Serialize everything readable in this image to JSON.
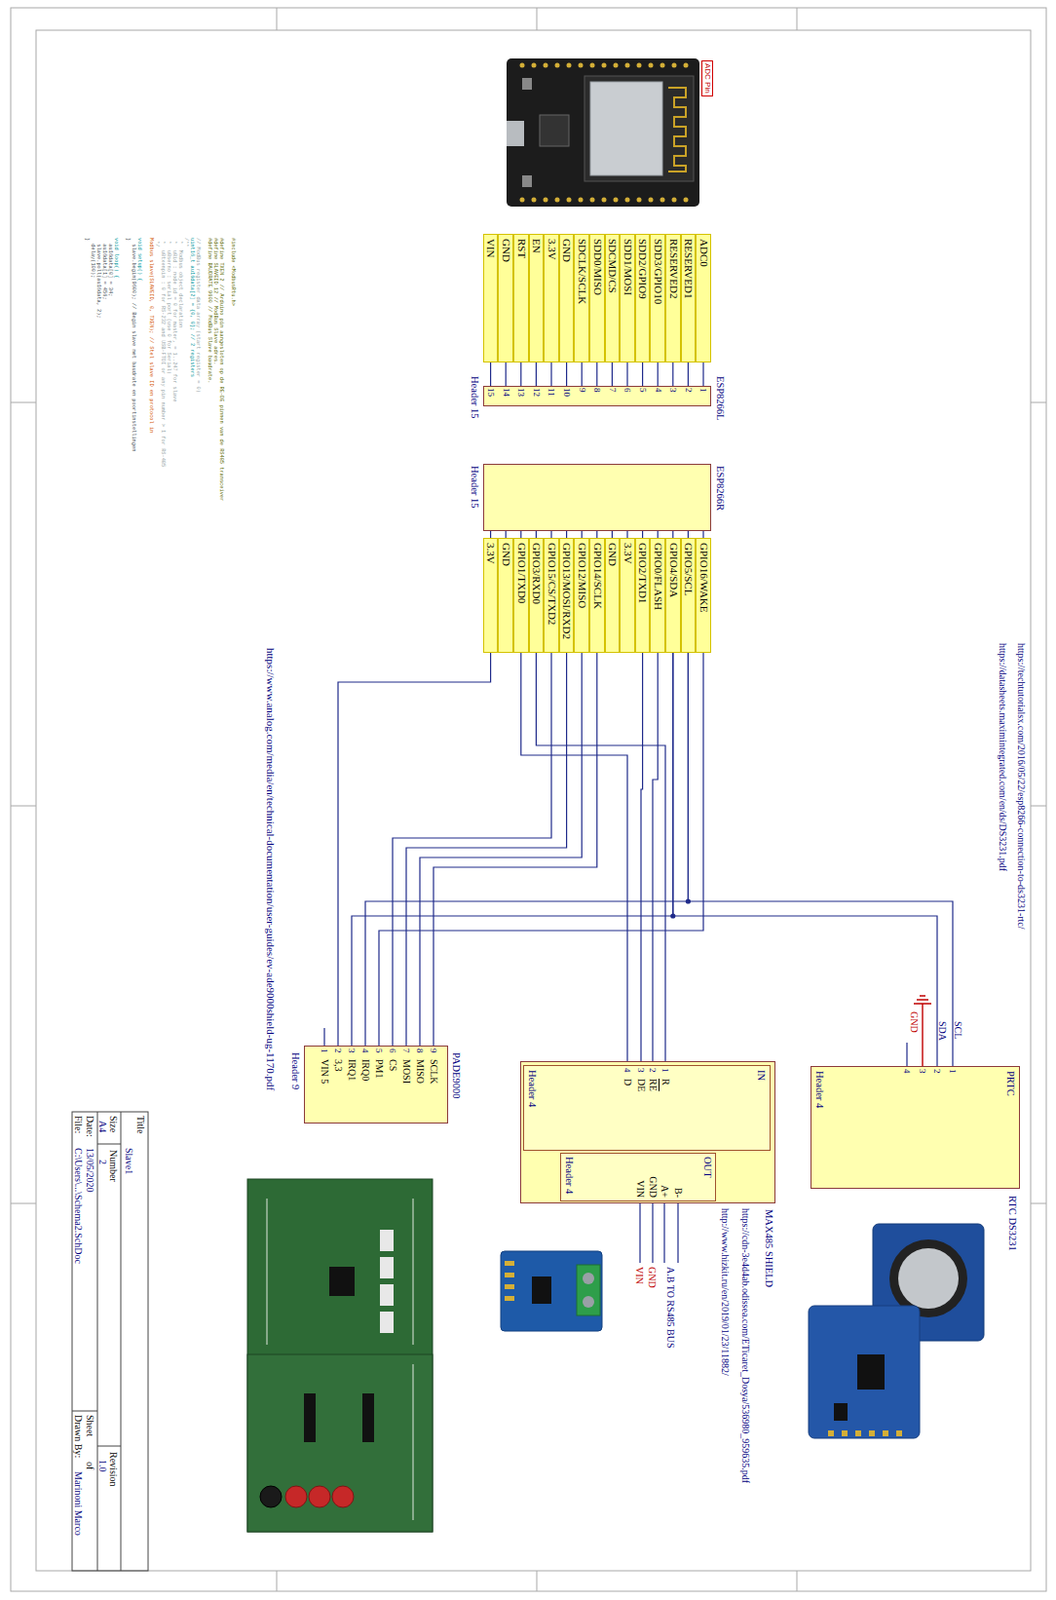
{
  "diagram": {
    "nodes": [
      {
        "text": [
          "ESP8266L",
          "Header 15"
        ]
      },
      {
        "text": [
          "ESP8266R",
          "Header 15"
        ]
      },
      {
        "text": [
          "RTC DS3231",
          "PRTC",
          "Header 4"
        ]
      },
      {
        "text": [
          "MAX485 SHIELD"
        ]
      },
      {
        "text": [
          "IN",
          "Header 4"
        ],
        "in": 3
      },
      {
        "text": [
          "OUT",
          "Header 4"
        ],
        "in": 3
      },
      {
        "text": [
          "PADE9000",
          "Header 9"
        ]
      }
    ],
    "edges": [
      {
        "from": 1,
        "to": 2,
        "arrow": "none"
      },
      {
        "from": 1,
        "to": 2,
        "arrow": "none"
      },
      {
        "from": 1,
        "to": 6,
        "arrow": "none"
      },
      {
        "from": 1,
        "to": 6,
        "arrow": "none"
      },
      {
        "from": 1,
        "to": 4,
        "arrow": "none"
      },
      {
        "from": 1,
        "to": 4,
        "arrow": "none"
      },
      {
        "from": 1,
        "to": 4,
        "arrow": "none"
      },
      {
        "from": 1,
        "to": 4,
        "arrow": "none"
      },
      {
        "from": 1,
        "to": 6,
        "arrow": "none"
      },
      {
        "from": 1,
        "to": 6,
        "arrow": "none"
      },
      {
        "from": 1,
        "to": 6,
        "arrow": "none"
      },
      {
        "from": 1,
        "to": 6,
        "arrow": "none"
      },
      {
        "from": 1,
        "to": 6,
        "arrow": "none"
      },
      {
        "from": 1,
        "to": 6,
        "arrow": "none"
      }
    ],
    "labels": [
      "ADC0",
      "RESERVED1",
      "RESERVED2",
      "SDD3/GPIO10",
      "SDD2/GPIO9",
      "SDD1/MOSI",
      "SDCMD/CS",
      "SDD0/MISO",
      "SDCLK/SCLK",
      "GND",
      "3.3V",
      "EN",
      "RST",
      "GND",
      "VIN",
      "1",
      "2",
      "3",
      "4",
      "5",
      "6",
      "7",
      "8",
      "9",
      "10",
      "11",
      "12",
      "13",
      "14",
      "15",
      "GPIO16/WAKE",
      "GPIO5/SCL",
      "GPIO4/SDA",
      "GPIO0/FLASH",
      "GPIO2/TXD1",
      "3.3V",
      "GND",
      "GPIO14/SCLK",
      "GPIO12/MISO",
      "GPIO13/MOSI/RXD2",
      "GPIO15/CS/TXD2",
      "GPIO3/RXD0",
      "GPIO1/TXD0",
      "GND",
      "3.3V",
      "1",
      "2",
      "3",
      "4",
      "SCL",
      "SDA",
      "GND",
      "1",
      "2",
      "3",
      "4",
      "R",
      "RE",
      "DE",
      "D",
      "B-",
      "A+",
      "GND",
      "VIN",
      "A.B TO RS485 BUS",
      "GND",
      "VIN",
      "9",
      "8",
      "7",
      "6",
      "5",
      "4",
      "3",
      "2",
      "1",
      "SCLK",
      "MISO",
      "MOSI",
      "CS",
      "PM1",
      "IRQ0",
      "IRQ1",
      "3,3",
      "VIN 5",
      "https://techtutorialsx.com/2016/05/22/esp8266-connection-to-ds3231-rtc/",
      "https://datasheets.maximintegrated.com/en/ds/DS3231.pdf",
      "https://cdn-3e4d4ab.odissea.com/ETicaret_Dosya/536980_959635.pdf",
      "http://www.hizkit.ru/en/2019/01/23/11882/",
      "https://www.analog.com/media/en/technical-documentation/user-guides/ev-ade9000shield-ug-1170.pdf",
      "ADC Pin",
      "#include <ModbusRtu.h>",
      "#define TXEN 2 // Arduino pin aangesloten op de RE-DE pinnen van de RS485 transceiver",
      "#define SLAVEID 12 // ModBus Slave adres.",
      "#define BAUDRATE 9600 // ModBus Slave baudrate.",
      "// ModBus register data array (start register = 0)",
      "uint16_t au16data[2] = {0, 0}; // 2 registers",
      "/**",
      " *  Modbus object declaration",
      " *  u8id : node id = 0 for master, = 1..247 for slave",
      " *  u8serno : serial port (use 0 for Serial)",
      " *  u8txenpin : 0 for RS-232 and USB-FTDI or any pin number > 1 for RS-485",
      " */",
      "Modbus slave(SLAVEID, 0, TXEN); // Stel slave ID en protocol in",
      "void setup() {",
      "  slave.begin(9600); // Begin slave met baudrate en poortinstellingen",
      "}",
      "void loop() {",
      "  au16data[0] = 34;",
      "  au16data[1] = 456;",
      "  slave.poll(au16data, 2);",
      "  delay(100);",
      "}",
      "Title",
      "Slave1",
      "Size",
      "Number",
      "Revision",
      "A4",
      "2",
      "1.0",
      "Date:",
      "13/05/2020",
      "Sheet",
      "of",
      "File:",
      "C:\\Users\\...\\Schema2.SchDoc",
      "Drawn By:",
      "Marinoni Marco"
    ]
  }
}
